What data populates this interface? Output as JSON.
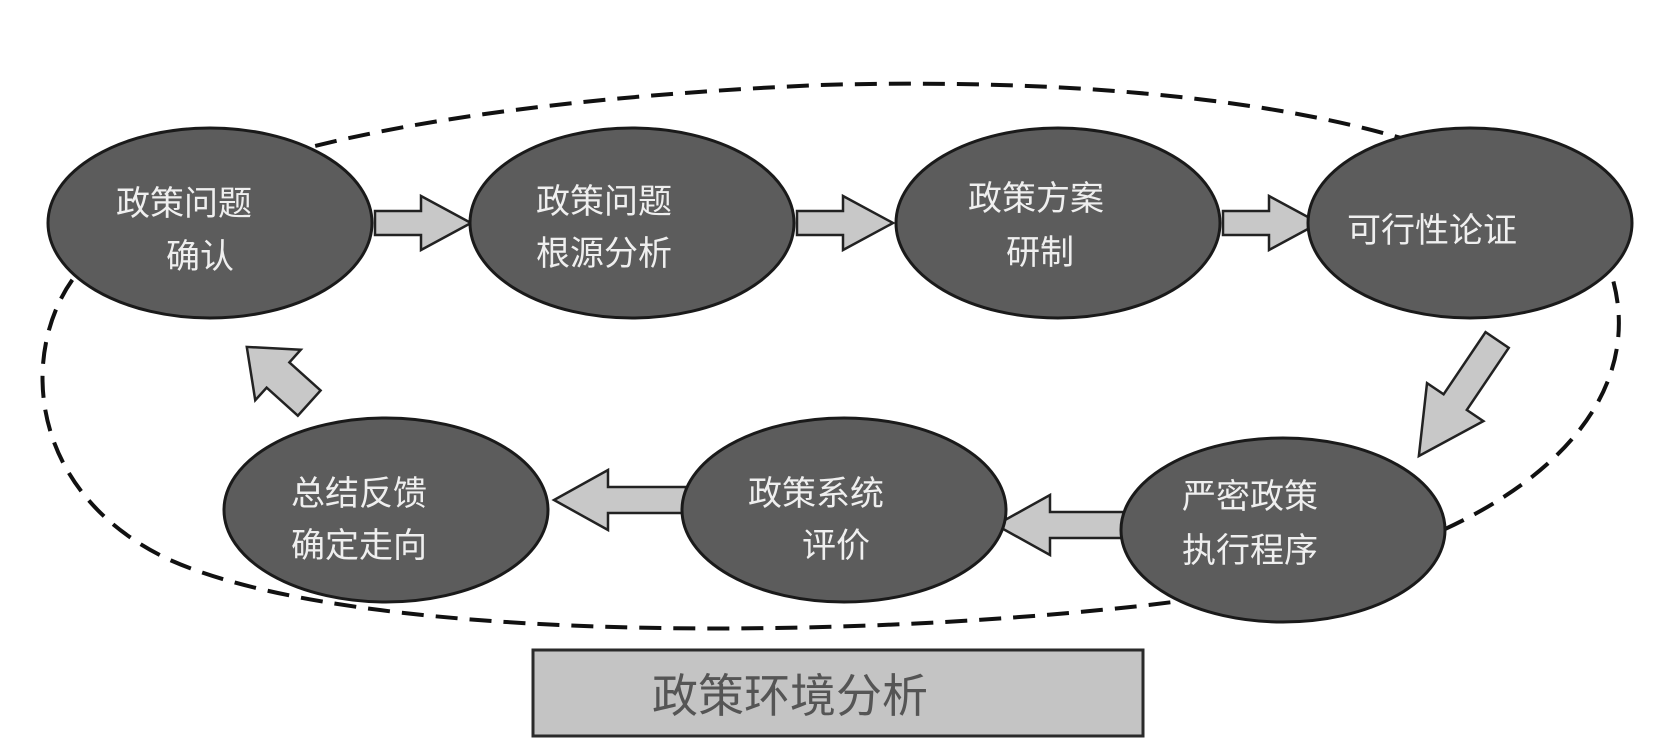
{
  "diagram": {
    "nodes": [
      {
        "id": "problem-identification",
        "lines": [
          "政策问题",
          "确认"
        ]
      },
      {
        "id": "root-cause-analysis",
        "lines": [
          "政策问题",
          "根源分析"
        ]
      },
      {
        "id": "option-formulation",
        "lines": [
          "政策方案",
          "研制"
        ]
      },
      {
        "id": "feasibility-study",
        "lines": [
          "可行性论证"
        ]
      },
      {
        "id": "strict-implementation",
        "lines": [
          "严密政策",
          "执行程序"
        ]
      },
      {
        "id": "system-evaluation",
        "lines": [
          "政策系统",
          "评价"
        ]
      },
      {
        "id": "summary-feedback",
        "lines": [
          "总结反馈",
          "确定走向"
        ]
      }
    ],
    "arrows": [
      {
        "from": "problem-identification",
        "to": "root-cause-analysis"
      },
      {
        "from": "root-cause-analysis",
        "to": "option-formulation"
      },
      {
        "from": "option-formulation",
        "to": "feasibility-study"
      },
      {
        "from": "feasibility-study",
        "to": "strict-implementation"
      },
      {
        "from": "strict-implementation",
        "to": "system-evaluation"
      },
      {
        "from": "system-evaluation",
        "to": "summary-feedback"
      },
      {
        "from": "summary-feedback",
        "to": "problem-identification"
      }
    ],
    "environment_label": "政策环境分析",
    "colors": {
      "node_fill": "#5c5c5c",
      "node_text": "#efefef",
      "arrow_fill": "#c8c8c8",
      "outline": "#1a1a1a",
      "env_box_fill": "#c4c4c4",
      "env_label": "#555555"
    }
  }
}
